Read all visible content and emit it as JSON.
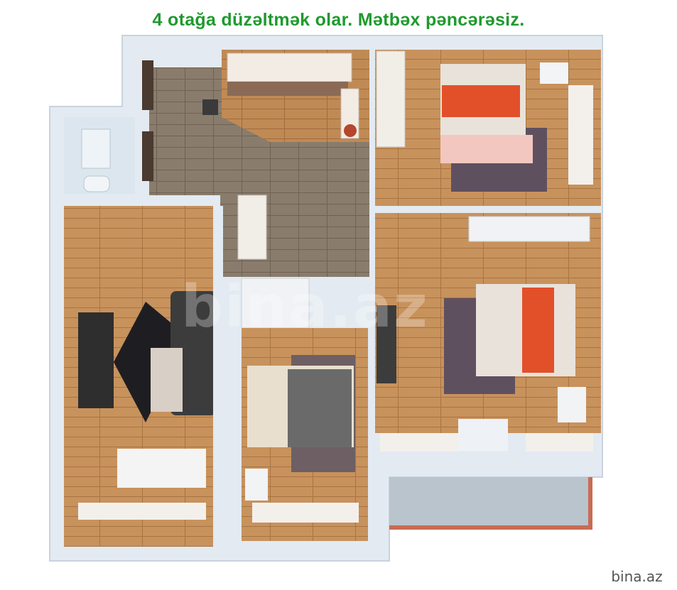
{
  "headline": "4 otağa düzəltmək olar. Mətbəx pəncərəsiz.",
  "watermark_center": "bina.az",
  "watermark_corner": "bina.az",
  "colors": {
    "headline": "#1f9a2e",
    "wall": "#dfe7f0",
    "wall_shadow": "#c7d2de",
    "wood_floor": "#c48f5a",
    "tile_floor": "#8a7d70",
    "balcony": "#b8c4cc",
    "balcony_rail": "#c86b55"
  }
}
